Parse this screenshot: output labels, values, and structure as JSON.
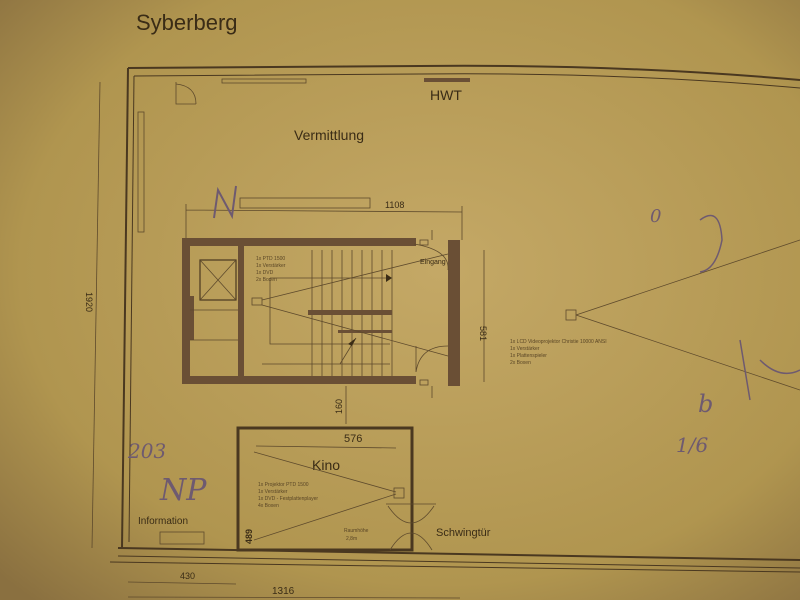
{
  "title": "Syberberg",
  "rooms": {
    "hwt": "HWT",
    "vermittlung": "Vermittlung",
    "kino": "Kino",
    "information": "Information",
    "eingang": "Eingang",
    "schwingtuer": "Schwingtür",
    "raumhoehe": [
      "Raumhöhe",
      "2,8m"
    ]
  },
  "dimensions": {
    "stair_width": "1108",
    "stair_height": "581",
    "total_height": "1920",
    "gap": "160",
    "kino_width": "576",
    "kino_height": "489",
    "info_width": "430",
    "total_width": "1316"
  },
  "equipment": {
    "stair": [
      "1x PTD 1500",
      "1x Verstärker",
      "1x DVD",
      "2x Boxen"
    ],
    "main": [
      "1x LCD Videoprojektor Christie 10000 ANSI",
      "1x Verstärker",
      "1x Plattenspieler",
      "2x Boxen"
    ],
    "kino": [
      "1x Projektor PTD 1500",
      "1x Verstärker",
      "1x DVD - Festplattenplayer",
      "4x Boxen"
    ]
  },
  "handwriting": [
    "203",
    "NP",
    "b",
    "1/6",
    "0"
  ],
  "colors": {
    "paper": "#b89c5e",
    "ink": "#3a2c16",
    "wall": "#6a4f35",
    "pencil": "#6e5a70"
  }
}
